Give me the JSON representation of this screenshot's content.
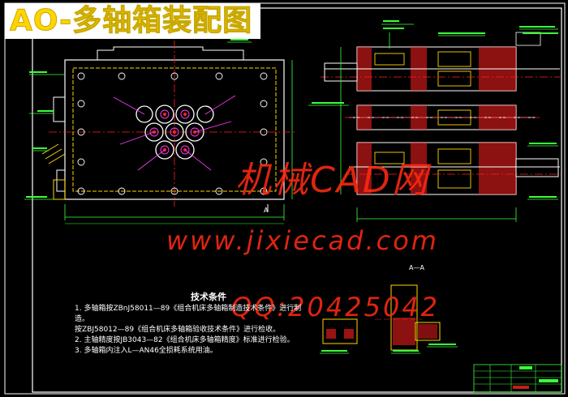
{
  "title": "AO-多轴箱装配图",
  "watermarks": {
    "line1": "机械CAD网",
    "line2": "www.jixiecad.com",
    "line3": "QQ:20425042"
  },
  "tech_requirements": {
    "heading": "技术条件",
    "items": [
      "1. 多轴箱按ZBnJ58011—89《组合机床多轴箱制造技术条件》进行制",
      "造。",
      "   按ZBJ58012—89《组合机床多轴箱验收技术条件》进行检收。",
      "2. 主轴精度按JB3043—82《组合机床多轴箱精度》标准进行检验。",
      "3. 多轴箱内注入L—AN46全损耗系统用油。"
    ]
  },
  "section_label": "A—A",
  "section_marker": "A",
  "colors": {
    "background": "#000000",
    "outline": "#ffffff",
    "yellow": "#ffd400",
    "green": "#3cff3c",
    "magenta": "#ff3cff",
    "cyan": "#00e6ff",
    "red": "#ff2020",
    "watermark": "#ff2a10"
  }
}
